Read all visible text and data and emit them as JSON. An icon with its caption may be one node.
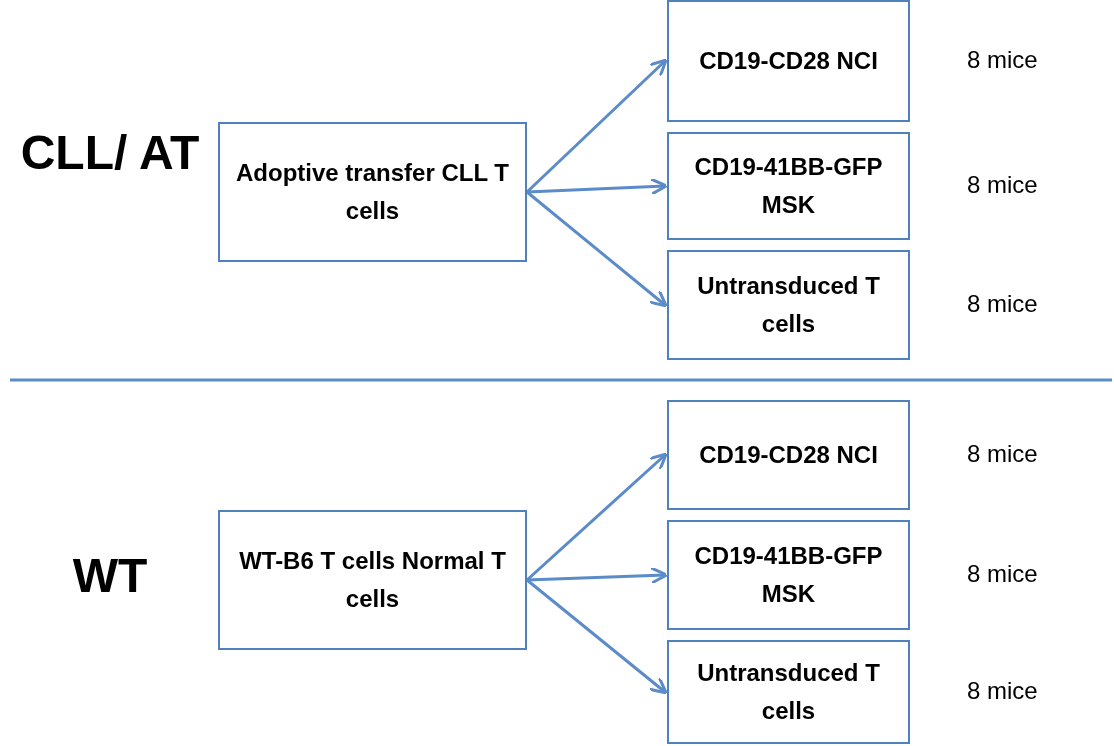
{
  "diagram": {
    "nodes": [
      {
        "text": [
          "Adoptive transfer CLL T cells"
        ]
      },
      {
        "text": [
          "CD19-CD28 NCI"
        ],
        "beside": [
          "8 mice"
        ]
      },
      {
        "text": [
          "CD19-41BB-GFP MSK"
        ],
        "beside": [
          "8 mice"
        ]
      },
      {
        "text": [
          "Untransduced T cells"
        ],
        "beside": [
          "8 mice"
        ]
      },
      {
        "text": [
          "WT-B6 T cells Normal T cells"
        ]
      },
      {
        "text": [
          "CD19-CD28 NCI"
        ],
        "beside": [
          "8 mice"
        ]
      },
      {
        "text": [
          "CD19-41BB-GFP MSK"
        ],
        "beside": [
          "8 mice"
        ]
      },
      {
        "text": [
          "Untransduced T cells"
        ],
        "beside": [
          "8 mice"
        ]
      }
    ],
    "edges": [
      {
        "from": 0,
        "to": 1,
        "arrow": "to"
      },
      {
        "from": 0,
        "to": 2,
        "arrow": "to"
      },
      {
        "from": 0,
        "to": 3,
        "arrow": "to"
      },
      {
        "from": 4,
        "to": 5,
        "arrow": "to"
      },
      {
        "from": 4,
        "to": 6,
        "arrow": "to"
      },
      {
        "from": 4,
        "to": 7,
        "arrow": "to"
      }
    ],
    "labels": [
      "CLL/ AT",
      "WT"
    ]
  }
}
